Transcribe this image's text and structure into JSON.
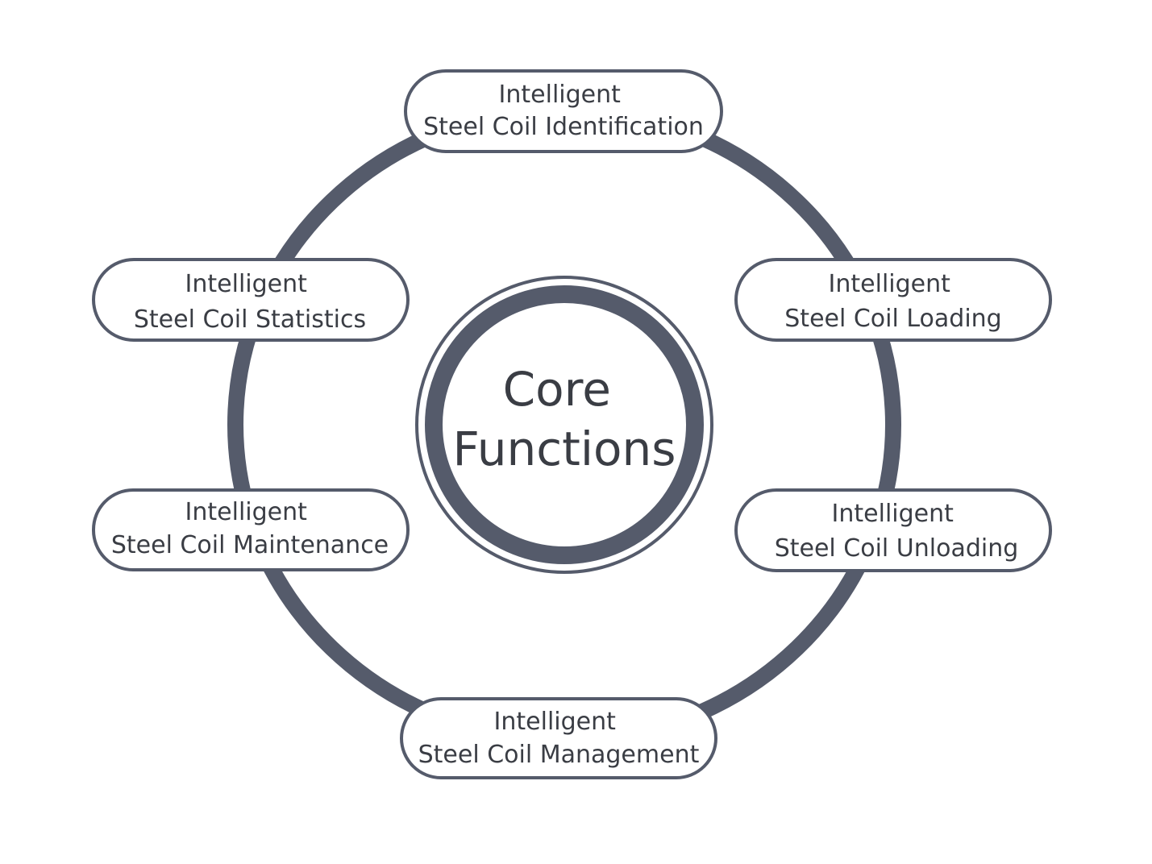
{
  "colors": {
    "ring": "#555b6b",
    "pill_border": "#555b6b",
    "text": "#3a3d44",
    "background": "#ffffff"
  },
  "center": {
    "line1": "Core",
    "line2": "Functions"
  },
  "nodes": [
    {
      "line1": "Intelligent",
      "line2": "Steel Coil Identification"
    },
    {
      "line1": "Intelligent",
      "line2": "Steel Coil Loading"
    },
    {
      "line1": "Intelligent",
      "line2": "Steel Coil Unloading"
    },
    {
      "line1": "Intelligent",
      "line2": "Steel Coil Management"
    },
    {
      "line1": "Intelligent",
      "line2": "Steel Coil Maintenance"
    },
    {
      "line1": "Intelligent",
      "line2": "Steel Coil Statistics"
    }
  ]
}
